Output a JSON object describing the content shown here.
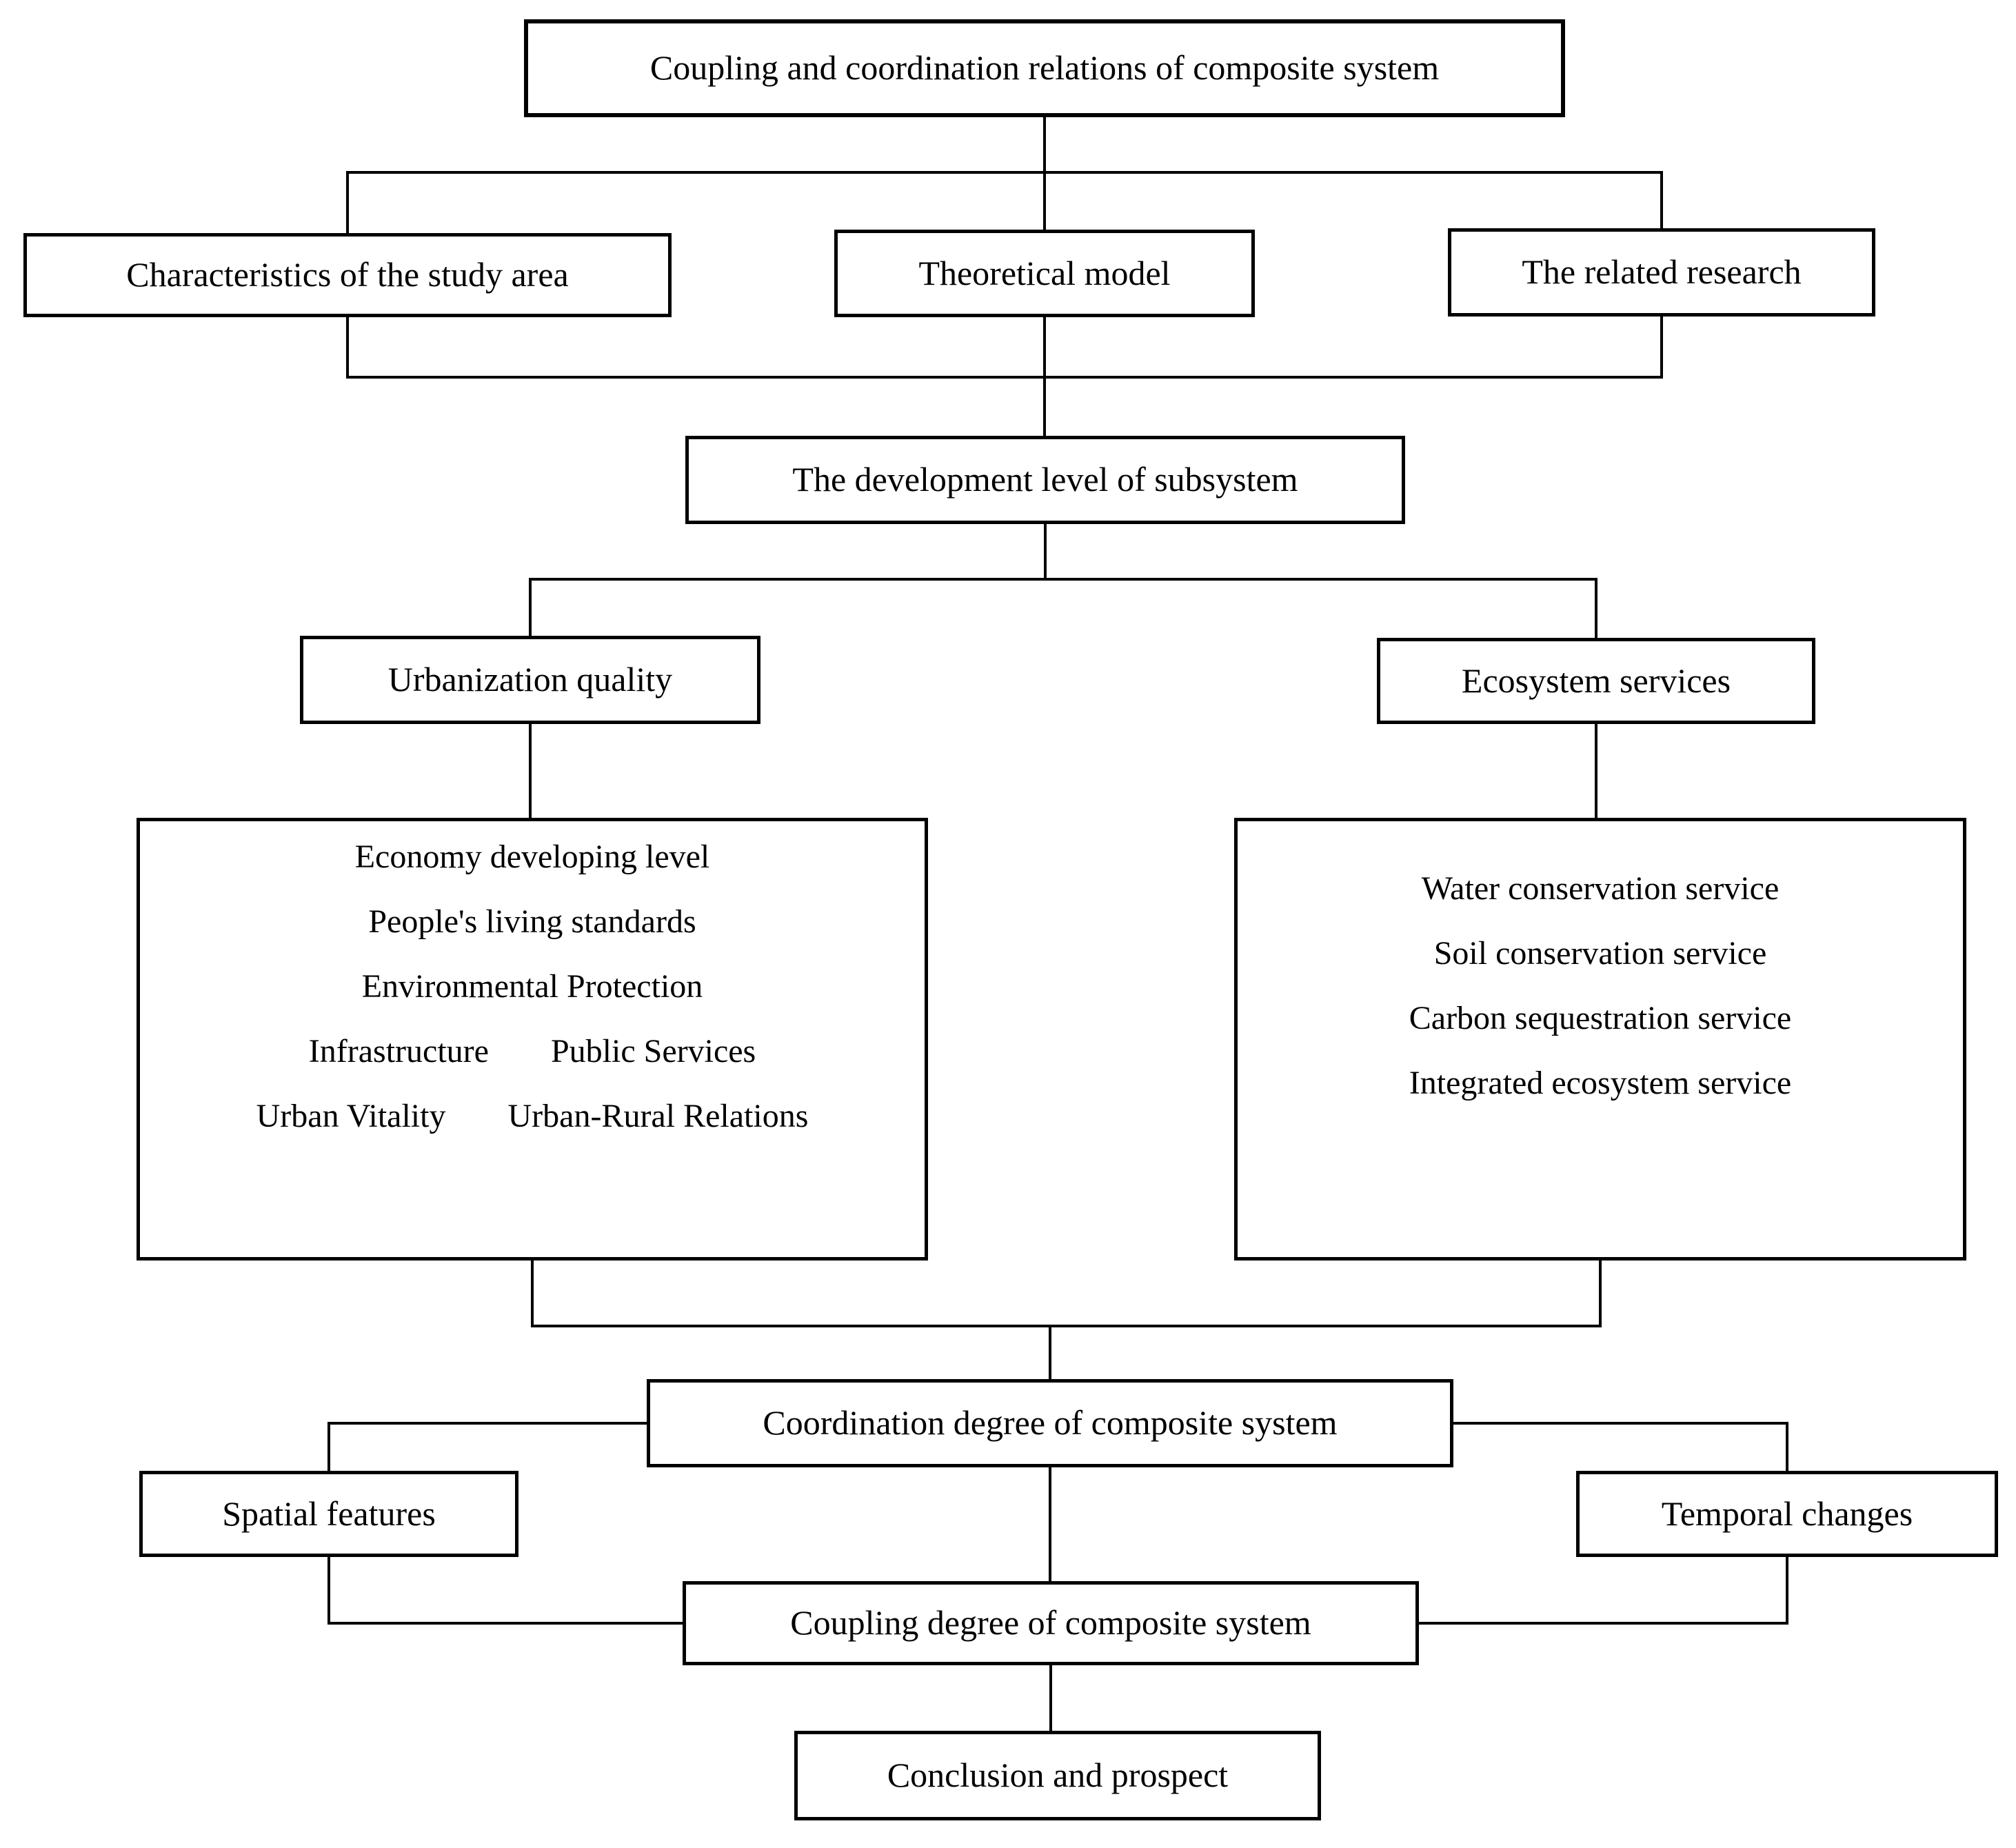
{
  "diagram": {
    "title_hint": "Research framework flowchart",
    "colors": {
      "background": "#ffffff",
      "line": "#000000",
      "text": "#000000"
    },
    "nodes": {
      "root": {
        "label": "Coupling and coordination relations of composite system"
      },
      "study_area": {
        "label": "Characteristics of the study area"
      },
      "theoretical_model": {
        "label": "Theoretical model"
      },
      "related_research": {
        "label": "The related research"
      },
      "subsystem_level": {
        "label": "The development level of subsystem"
      },
      "urbanization_quality": {
        "label": "Urbanization quality"
      },
      "ecosystem_services": {
        "label": "Ecosystem services"
      },
      "urbanization_indicators": {
        "item1": "Economy developing level",
        "item2": "People's living standards",
        "item3": "Environmental Protection",
        "item4a": "Infrastructure",
        "item4b": "Public Services",
        "item5a": "Urban Vitality",
        "item5b": "Urban-Rural Relations"
      },
      "ecosystem_indicators": {
        "item1": "Water conservation service",
        "item2": "Soil conservation service",
        "item3": "Carbon sequestration service",
        "item4": "Integrated ecosystem service"
      },
      "coordination_degree": {
        "label": "Coordination degree of composite system"
      },
      "spatial_features": {
        "label": "Spatial features"
      },
      "temporal_changes": {
        "label": "Temporal changes"
      },
      "coupling_degree": {
        "label": "Coupling degree of composite system"
      },
      "conclusion": {
        "label": "Conclusion and prospect"
      }
    }
  }
}
